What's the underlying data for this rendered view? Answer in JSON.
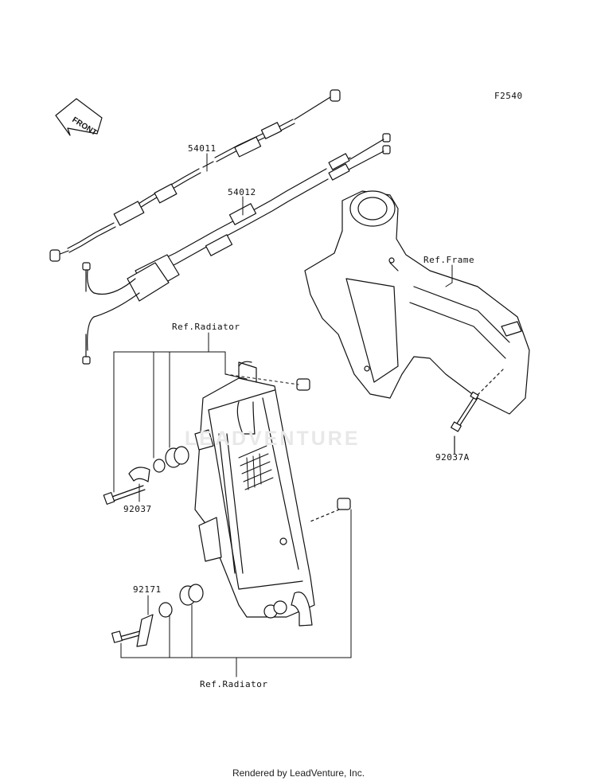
{
  "figure_code": "F2540",
  "front_arrow_text": "FRONT",
  "parts": {
    "cable_1": "54011",
    "cable_2": "54012",
    "bolt_upper": "92037",
    "bolt_lower": "92171",
    "frame_bolt": "92037A"
  },
  "refs": {
    "radiator_top": "Ref.Radiator",
    "radiator_bottom": "Ref.Radiator",
    "frame": "Ref.Frame"
  },
  "watermark": "LEADVENTURE",
  "footer": "Rendered by LeadVenture, Inc."
}
